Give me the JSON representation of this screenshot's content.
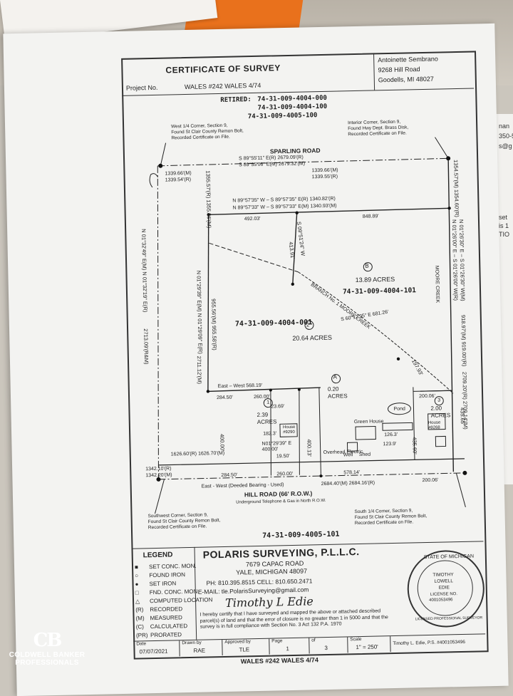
{
  "header": {
    "title": "CERTIFICATE OF SURVEY",
    "project_label": "Project No.",
    "project_value": "WALES #242   WALES 4/74",
    "client_name": "Antoinette Sembrano",
    "client_address1": "9268 Hill Road",
    "client_address2": "Goodells, MI  48027"
  },
  "parcel_ids": {
    "retired_label": "RETIRED:",
    "retired_1": "74-31-009-4004-000",
    "retired_2": "74-31-009-4004-100",
    "retired_3": "74-31-009-4005-100",
    "parcel_b": "74-31-009-4004-101",
    "parcel_2": "74-31-009-4004-001",
    "bottom": "74-31-009-4005-101"
  },
  "notes": {
    "west_corner": [
      "West 1/4 Corner, Section 9,",
      "Found St Clair County Remon Bolt,",
      "Recorded Certificate on File."
    ],
    "interior_corner": [
      "Interior Corner, Section 9,",
      "Found Hwy Dept. Brass Disk,",
      "Recorded Certificate on File."
    ],
    "southwest_corner": [
      "Southwest Corner, Section 9,",
      "Found St Clair County Remon Bolt,",
      "Recorded Certificate on File."
    ],
    "south_corner": [
      "South 1/4 Corner, Section 9,",
      "Found St Clair County Remon Bolt,",
      "Recorded Certificate on File."
    ]
  },
  "roads": {
    "sparling": "SPARLING ROAD",
    "hill": "HILL ROAD (66' R.O.W.)",
    "hill_note": "Underground Telephone & Gas in North R.O.W.",
    "east_west_deeded": "East - West (Deeded Bearing - Used)",
    "creek": "BRANCH No. 1 MOORE CREEK",
    "moore_creek": "MOORE CREEK",
    "overhead": "Overhead Electric"
  },
  "parcels": {
    "b_label": "B",
    "b_acres": "13.89 ACRES",
    "p2_label": "2",
    "p2_acres": "20.64 ACRES",
    "a_label": "A",
    "a_acres": "0.20\nACRES",
    "p1_label": "1",
    "p1_acres": "2.39\nACRES",
    "p3_label": "3",
    "p3_acres": "2.00\nACRES"
  },
  "bearings": {
    "top1": "S 89°55'11\" E(R)    2679.09'(R)",
    "top2": "S 89°55'06\" E(M)    2679.32'(M)",
    "top_left1": "1339.66'(M)",
    "top_left2": "1339.54'(R)",
    "top_mid1": "1339.66'(M)",
    "top_mid2": "1339.55'(R)",
    "north1": "N 89°57'35\" W – S 89°57'35\" E(R)    1340.82'(R)",
    "north2": "N 89°57'33\" W – S 89°57'33\" E(M)    1340.93'(M)",
    "d492": "492.03'",
    "d848": "848.89'",
    "diag": "S 09°51'24\" W",
    "d413": "413.91'",
    "creek_b": "S 60°12'35\" E    681.26'",
    "ew": "East – West    568.19'",
    "d260a": "260.00'",
    "d284a": "284.50'",
    "d284b": "284.50'",
    "d260b": "260.00'",
    "d578": "578.14'",
    "d2684": "2684.40'(M)   2684.16'(R)",
    "d1626": "1626.60'(R)   1626.70'(M)",
    "d1342a": "1342.10'(R)",
    "d1342b": "1342.20'(M)",
    "d400a": "400.00'",
    "d400b": "400.00'",
    "d200a": "200.06'",
    "d200b": "200.06'",
    "d1355": "1355.57'(R)   1355.56'(M)",
    "d1354": "1354.57'(M)   1354.60'(R)",
    "west_brg": "N 01°32'49\" E(M)   N 01°32'19\" E(R)",
    "west_len": "2713.09'(R&M)",
    "west2": "N 01°29'39\" E(M)   N 01°29'09\" E(R)",
    "d955": "955.56'(M)   955.58'(R)",
    "d2711": "2711.12'(M)",
    "east_brg": "N 01°26'00\" E – S 01°26'00\" W(R)",
    "east_brg2": "N 01°26'30\" E – S 01°26'30\" W(M)",
    "d918": "918.97'(M)  919.00'(R)",
    "d2709": "2709.20'(R)   2709.14'(M)",
    "d400c": "400.13'",
    "d182": "182.3'",
    "d23": "23.69'",
    "d19": "19.50'",
    "d126": "126.3'",
    "d123": "123.9'",
    "d197": "197.93'",
    "d435": "435.65'",
    "d435b": "435.60'",
    "small_brg": "N01°29'39\" E",
    "small_d400": "400.00'"
  },
  "labels": {
    "house1": "House\n#9290",
    "house2": "House\n#9268",
    "green_house": "Green House",
    "pond": "Pond",
    "well": "Well",
    "shed": "Shed"
  },
  "legend": {
    "title": "LEGEND",
    "items": [
      {
        "sym": "■",
        "text": "SET CONC. MON."
      },
      {
        "sym": "○",
        "text": "FOUND IRON"
      },
      {
        "sym": "●",
        "text": "SET IRON"
      },
      {
        "sym": "□",
        "text": "FND. CONC. MON."
      },
      {
        "sym": "△",
        "text": "COMPUTED LOCATION"
      },
      {
        "sym": "(R)",
        "text": "RECORDED"
      },
      {
        "sym": "(M)",
        "text": "MEASURED"
      },
      {
        "sym": "(C)",
        "text": "CALCULATED"
      },
      {
        "sym": "(PR)",
        "text": "PRORATED"
      }
    ]
  },
  "company": {
    "name": "POLARIS SURVEYING, P.L.L.C.",
    "address1": "7679 CAPAC ROAD",
    "address2": "YALE, MICHIGAN  48097",
    "phone": "PH: 810.395.8515   CELL: 810.650.2471",
    "email": "E-MAIL: tle.PolarisSurveying@gmail.com",
    "signature": "Timothy L Edie",
    "certification": "I hereby certify that I have surveyed and mapped the above or attached described parcel(s) of land and that the error of closure is no greater than 1 in 5000 and that the survey is in full compliance with Section No. 3 Act 132 P.A. 1970"
  },
  "seal": {
    "top": "STATE OF MICHIGAN",
    "bottom": "LICENSED PROFESSIONAL SURVEYOR",
    "name1": "TIMOTHY",
    "name2": "LOWELL",
    "name3": "EDIE",
    "license": "LICENSE NO.",
    "number": "4001053496"
  },
  "footer": {
    "date_label": "Date",
    "date_value": "07/07/2021",
    "drawn_label": "Drawn by",
    "drawn_value": "RAE",
    "approved_label": "Approved by",
    "approved_value": "TLE",
    "page_label": "Page",
    "page_value": "1",
    "of_label": "of",
    "of_value": "3",
    "scale_label": "Scale",
    "scale_value": "1\" = 250'",
    "surveyor": "Timothy L. Edie, P.S. #4001053496",
    "project": "WALES #242   WALES 4/74"
  },
  "brand": {
    "mark": "CB",
    "line1": "COLDWELL BANKER",
    "line2": "PROFESSIONALS"
  },
  "right_card": {
    "t1": "nan",
    "t2": "350-5",
    "t3": "s@g",
    "t4": "set",
    "t5": "is 1",
    "t6": "TIO"
  }
}
